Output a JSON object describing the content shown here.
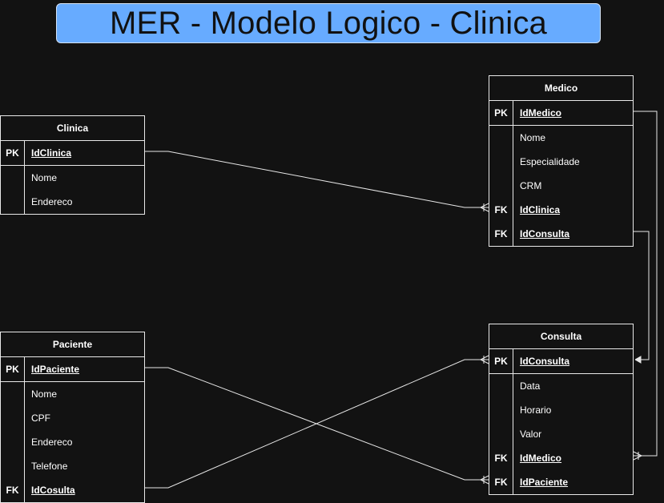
{
  "title": "MER - Modelo Logico - Clinica",
  "entities": {
    "clinica": {
      "name": "Clinica",
      "rows": [
        {
          "key": "PK",
          "attr": "IdClinica"
        },
        {
          "key": "",
          "attr": "Nome"
        },
        {
          "key": "",
          "attr": "Endereco"
        }
      ]
    },
    "medico": {
      "name": "Medico",
      "rows": [
        {
          "key": "PK",
          "attr": "IdMedico"
        },
        {
          "key": "",
          "attr": "Nome"
        },
        {
          "key": "",
          "attr": "Especialidade"
        },
        {
          "key": "",
          "attr": "CRM"
        },
        {
          "key": "FK",
          "attr": "IdClinica"
        },
        {
          "key": "FK",
          "attr": "IdConsulta"
        }
      ]
    },
    "paciente": {
      "name": "Paciente",
      "rows": [
        {
          "key": "PK",
          "attr": "IdPaciente"
        },
        {
          "key": "",
          "attr": "Nome"
        },
        {
          "key": "",
          "attr": "CPF"
        },
        {
          "key": "",
          "attr": "Endereco"
        },
        {
          "key": "",
          "attr": "Telefone"
        },
        {
          "key": "FK",
          "attr": "IdCosulta"
        }
      ]
    },
    "consulta": {
      "name": "Consulta",
      "rows": [
        {
          "key": "PK",
          "attr": "IdConsulta"
        },
        {
          "key": "",
          "attr": "Data"
        },
        {
          "key": "",
          "attr": "Horario"
        },
        {
          "key": "",
          "attr": "Valor"
        },
        {
          "key": "FK",
          "attr": "IdMedico"
        },
        {
          "key": "FK",
          "attr": "IdPaciente"
        }
      ]
    }
  }
}
